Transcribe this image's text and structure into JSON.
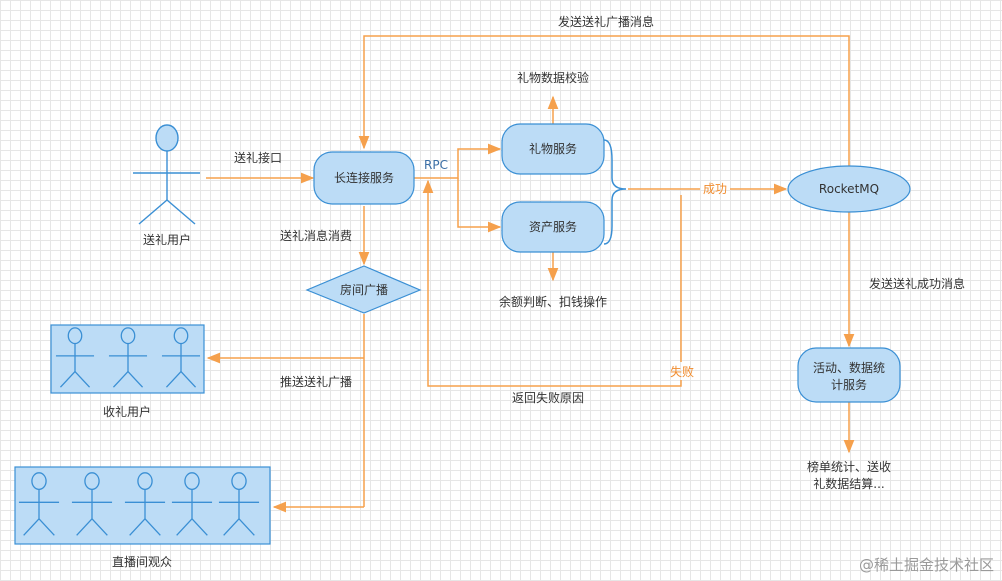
{
  "nodes": {
    "long_conn": "长连接服务",
    "gift_service": "礼物服务",
    "asset_service": "资产服务",
    "rocketmq": "RocketMQ",
    "room_broadcast": "房间广播",
    "stats_line1": "活动、数据统",
    "stats_line2": "计服务"
  },
  "actors": {
    "sender": "送礼用户",
    "receiver": "收礼用户",
    "audience": "直播间观众"
  },
  "labels": {
    "gift_api": "送礼接口",
    "rpc": "RPC",
    "gift_validate": "礼物数据校验",
    "balance_ops": "余额判断、扣钱操作",
    "success": "成功",
    "fail": "失败",
    "return_fail": "返回失败原因",
    "consume_msg": "送礼消息消费",
    "push_broadcast": "推送送礼广播",
    "send_broadcast_msg": "发送送礼广播消息",
    "send_success_msg": "发送送礼成功消息",
    "rank_line1": "榜单统计、送收",
    "rank_line2": "礼数据结算..."
  },
  "watermark": "@稀土掘金技术社区",
  "colors": {
    "node_fill": "#bcdcf6",
    "node_stroke": "#3a8fd4",
    "arrow": "#f5a04c",
    "text": "#333333"
  }
}
